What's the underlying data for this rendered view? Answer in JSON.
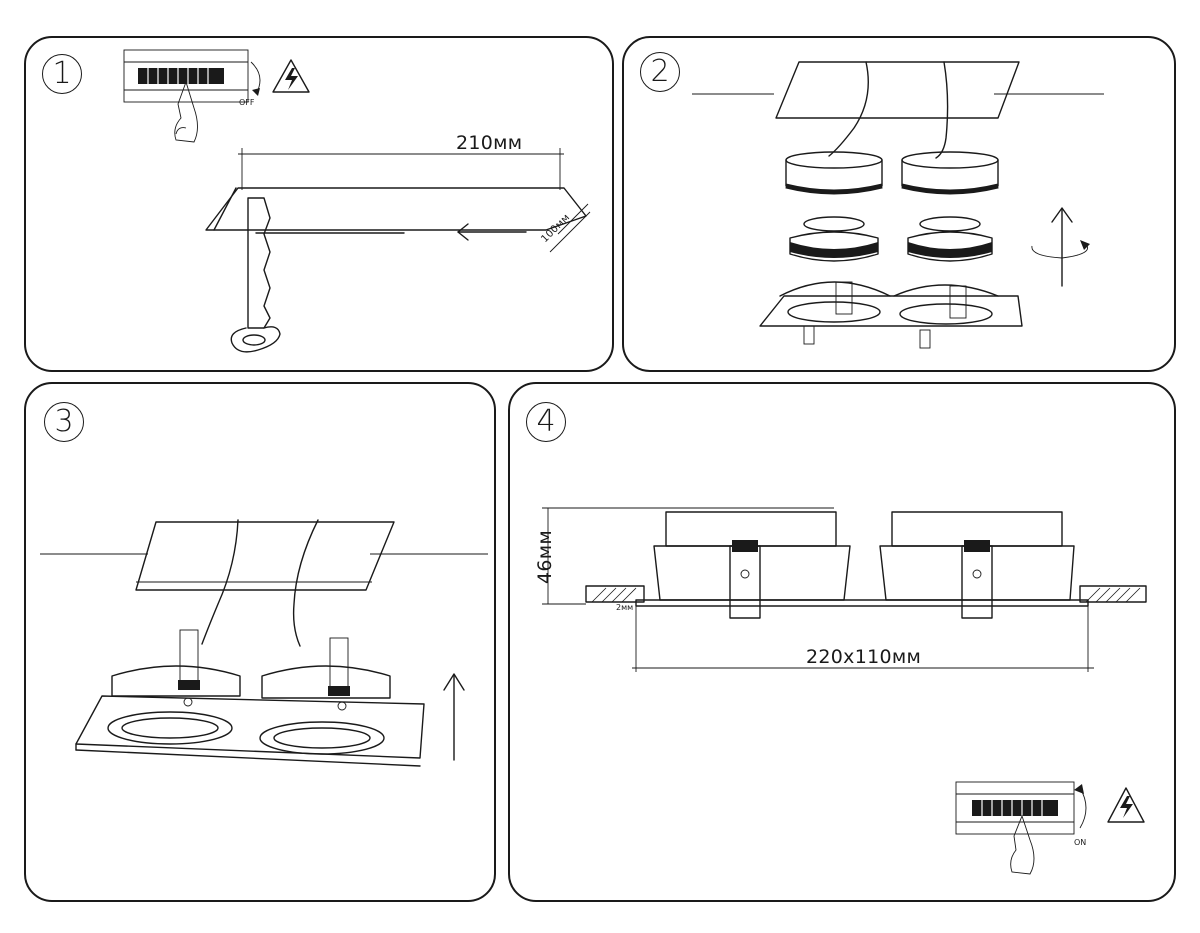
{
  "steps": [
    {
      "number": "1",
      "width_label": "210мм",
      "depth_label": "100мм",
      "switch_label": "OFF"
    },
    {
      "number": "2"
    },
    {
      "number": "3"
    },
    {
      "number": "4",
      "height_label": "46мм",
      "gap_label": "2мм",
      "size_label": "220x110мм",
      "switch_label": "ON"
    }
  ],
  "icons": [
    "breaker-switch-icon",
    "high-voltage-warning-icon",
    "hand-icon",
    "saw-icon",
    "rotate-arrow-icon",
    "up-arrow-icon"
  ]
}
